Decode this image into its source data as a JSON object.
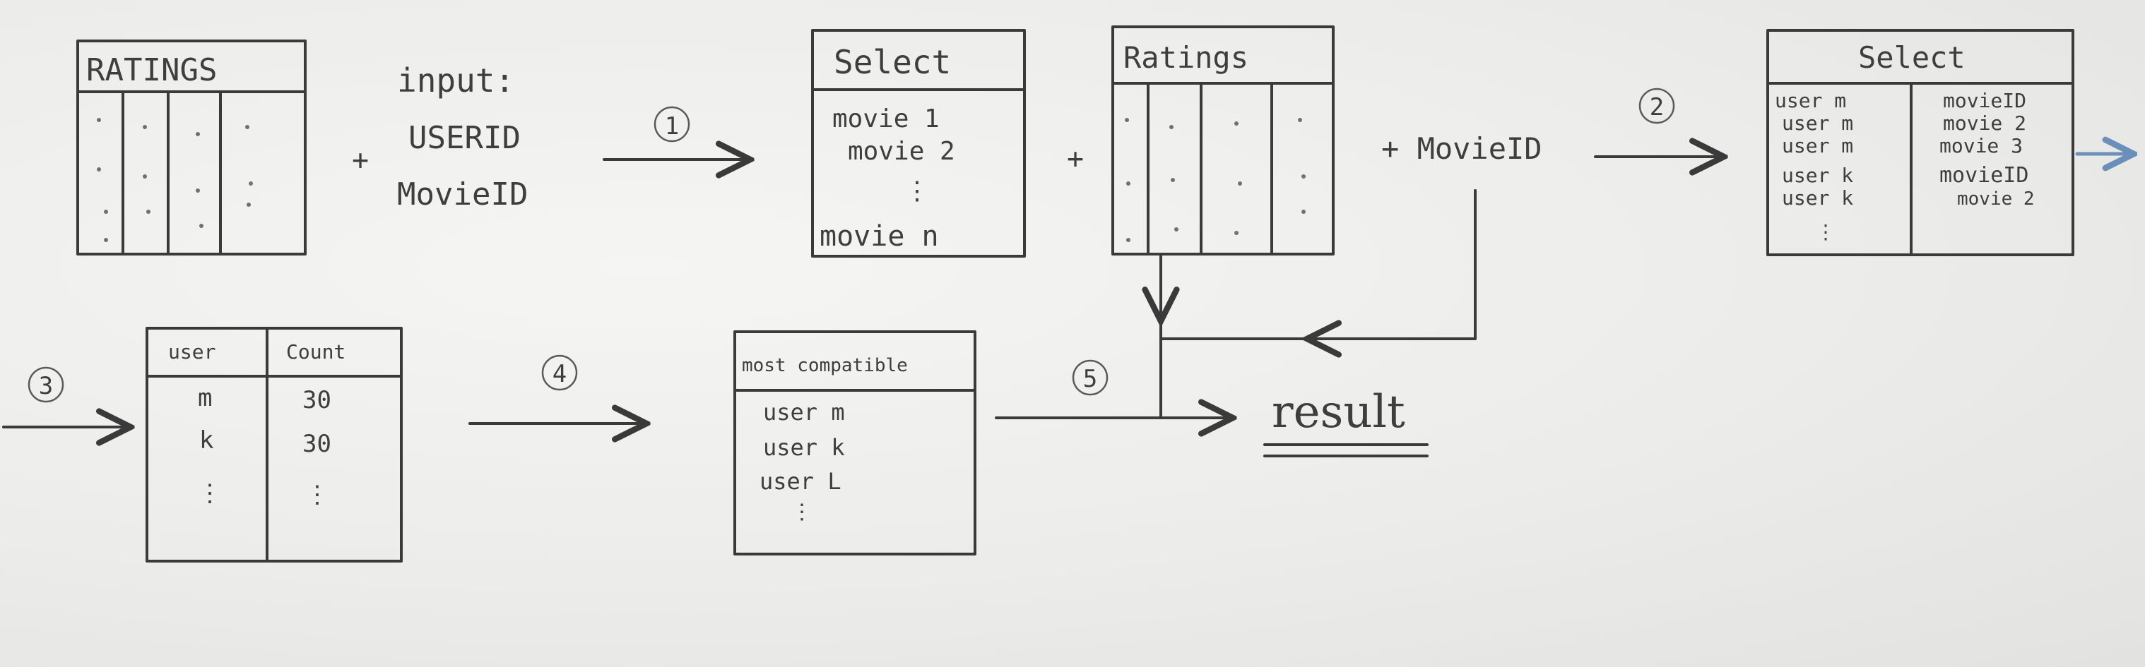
{
  "ratings_table": {
    "title": "RATINGS"
  },
  "input_block": {
    "heading": "input:",
    "line1": "USERID",
    "line2": "MovieID"
  },
  "plus_signs": {
    "p1": "+",
    "p2": "+"
  },
  "steps": {
    "s1": "1",
    "s2": "2",
    "s3": "3",
    "s4": "4",
    "s5": "5"
  },
  "select_movies": {
    "title": "Select",
    "rows": [
      "movie 1",
      "movie 2",
      "⋮",
      "movie n"
    ]
  },
  "ratings_table_2": {
    "title": "Ratings"
  },
  "movieid_label": "+ MovieID",
  "select_users": {
    "title": "Select",
    "left_rows": [
      "user m",
      "user m",
      "user m",
      "user k",
      "user k",
      "⋮"
    ],
    "right_rows": [
      "movieID",
      "movie 2",
      "movie 3",
      "movieID",
      "movie 2"
    ]
  },
  "count_table": {
    "col1": "user",
    "col2": "Count",
    "col1_rows": [
      "m",
      "k",
      "⋮"
    ],
    "col2_rows": [
      "30",
      "30",
      "⋮"
    ]
  },
  "compatible_table": {
    "title": "most compatible",
    "rows": [
      "user m",
      "user k",
      "user L",
      "⋮"
    ]
  },
  "result_label": "result"
}
